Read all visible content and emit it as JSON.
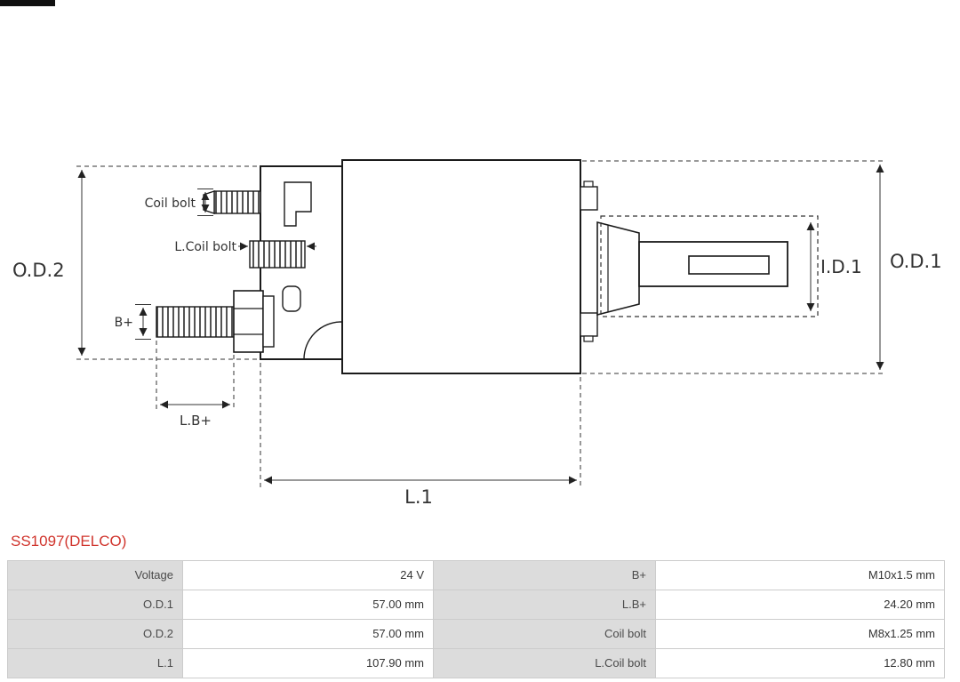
{
  "part": {
    "number": "SS1097(DELCO)"
  },
  "colors": {
    "accent_red": "#d0342c",
    "table_label_bg": "#dcdcdc",
    "line_color": "#1a1a1a"
  },
  "diagram": {
    "type": "starter-solenoid-dimensional-drawing",
    "labels": {
      "od2": "O.D.2",
      "od1": "O.D.1",
      "id1": "I.D.1",
      "coil_bolt": "Coil bolt",
      "l_coil_bolt": "L.Coil bolt",
      "b_plus": "B+",
      "l_b_plus": "L.B+",
      "l1": "L.1"
    }
  },
  "spec_table": {
    "rows": [
      [
        "Voltage",
        "24 V",
        "B+",
        "M10x1.5 mm"
      ],
      [
        "O.D.1",
        "57.00 mm",
        "L.B+",
        "24.20 mm"
      ],
      [
        "O.D.2",
        "57.00 mm",
        "Coil bolt",
        "M8x1.25 mm"
      ],
      [
        "L.1",
        "107.90 mm",
        "L.Coil bolt",
        "12.80 mm"
      ]
    ]
  }
}
